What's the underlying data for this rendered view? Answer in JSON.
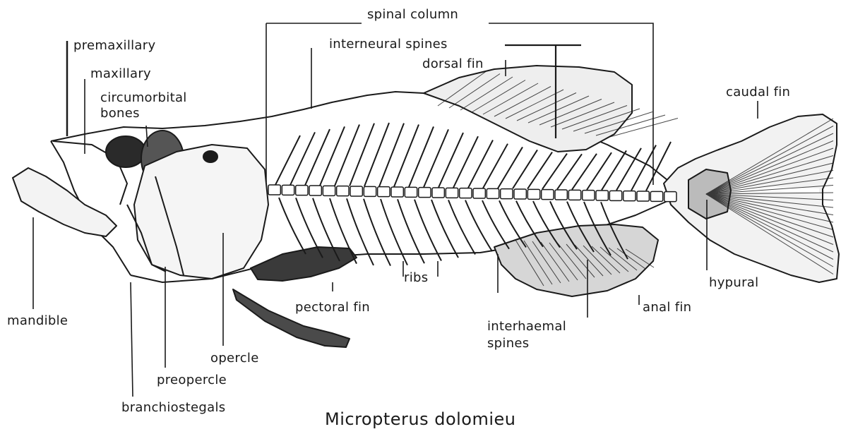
{
  "labels": {
    "spinal_column": "spinal column",
    "premaxillary": "premaxillary",
    "interneural_spines": "interneural spines",
    "dorsal_fin": "dorsal fin",
    "maxillary": "maxillary",
    "circumorbital_line1": "circumorbital",
    "circumorbital_line2": "bones",
    "caudal_fin": "caudal fin",
    "hypural": "hypural",
    "ribs": "ribs",
    "pectoral_fin": "pectoral fin",
    "anal_fin": "anal fin",
    "mandible": "mandible",
    "interhaemal_line1": "interhaemal",
    "interhaemal_line2": "spines",
    "opercle": "opercle",
    "preopercle": "preopercle",
    "branchiostegals": "branchiostegals"
  },
  "caption": "Micropterus dolomieu",
  "colors": {
    "ink": "#1a1a1a",
    "background": "#ffffff",
    "bone_shade": "#9a9a9a"
  }
}
